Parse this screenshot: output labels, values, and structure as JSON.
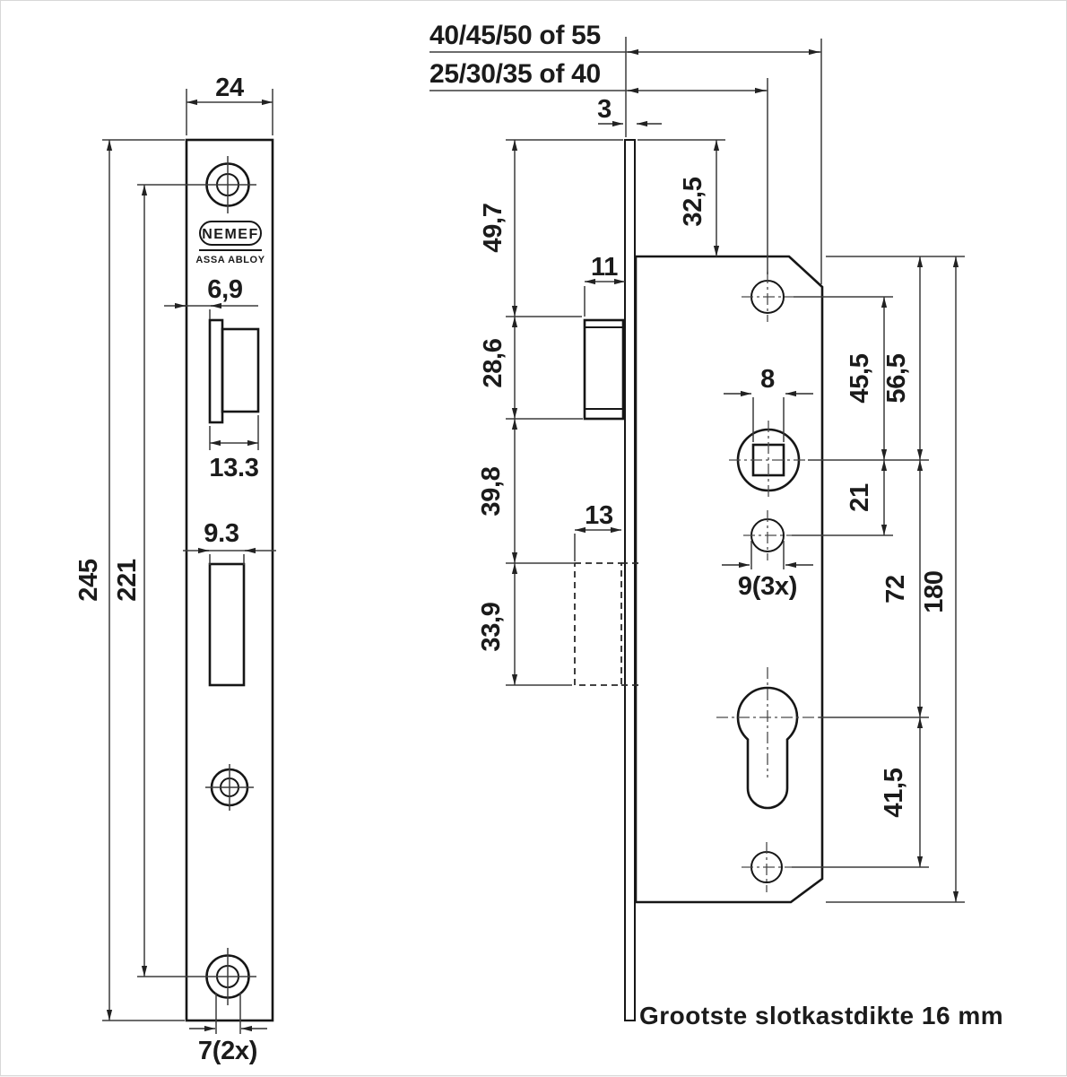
{
  "brand": {
    "name": "NEMEF",
    "group": "ASSA ABLOY"
  },
  "front": {
    "plate_width": "24",
    "plate_height": "245",
    "screw_distance": "221",
    "latch_offset": "6,9",
    "latch_cutout_width": "13.3",
    "bolt_cutout_width": "9.3",
    "screw_hole_dia": "7(2x)"
  },
  "side": {
    "backset_line_large": "40/45/50 of 55",
    "backset_line_small": "25/30/35 of 40",
    "faceplate_thickness": "3",
    "top_to_latch": "49,7",
    "top_to_case": "32,5",
    "latch_protrusion": "11",
    "latch_cutout_height": "28,6",
    "latch_to_bolt": "39,8",
    "bolt_throw": "13",
    "bolt_height": "33,9",
    "spindle_square": "8",
    "screw_to_spindle": "45,5",
    "case_top_to_spindle": "56,5",
    "spindle_to_hole": "21",
    "hole_dia": "9(3x)",
    "spindle_to_cylinder": "72",
    "case_height": "180",
    "cylinder_to_screw": "41,5"
  },
  "note": "Grootste slotkastdikte 16 mm",
  "colors": {
    "line": "#161616",
    "dim": "#3b3b3b",
    "background": "#ffffff"
  }
}
